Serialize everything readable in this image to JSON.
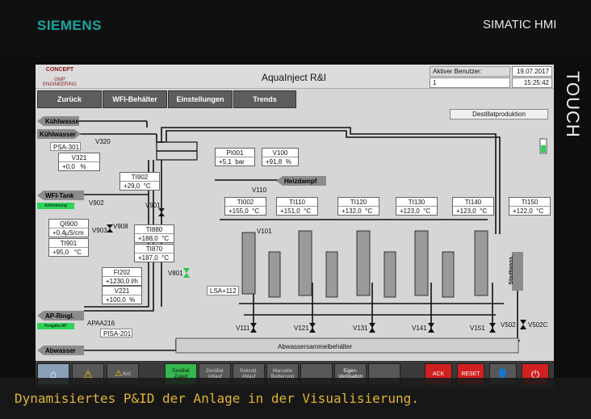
{
  "bezel": {
    "brand": "SIEMENS",
    "model": "SIMATIC HMI",
    "touch_label": "TOUCH"
  },
  "header": {
    "logo_line1": "CONCEPT",
    "logo_line2": "GMP ENGINEERING",
    "title": "AquaInject R&I",
    "user_label": "Aktiver Benutzer:",
    "user_value": "1",
    "date": "19.07.2017",
    "time": "15:25:42"
  },
  "nav": {
    "back": "Zurück",
    "wfi_tank": "WFI-Behälter",
    "settings": "Einstellungen",
    "trends": "Trends"
  },
  "mode_box": "Destillatproduktion",
  "left": {
    "kuehlwasser_out": "Kühlwasser",
    "kuehlwasser_in": "Kühlwasser",
    "psa": "PSA-301",
    "v320": "V320",
    "v321": {
      "name": "V321",
      "value": "+0,0",
      "unit": "%"
    },
    "ti902": {
      "name": "TI902",
      "value": "+29,0",
      "unit": "°C"
    },
    "wfi_tank": "WFI-Tank",
    "wfi_tank_status": "Anforderung",
    "v902": "V902",
    "v901": "V901",
    "v908": "V908",
    "v903": "V903",
    "qi900": {
      "name": "QI900",
      "value": "+0,4",
      "unit": "µS/cm"
    },
    "ti901": {
      "name": "TI901",
      "value": "+95,0",
      "unit": "°C"
    },
    "ti880": {
      "name": "TI880",
      "value": "+188,0",
      "unit": "°C"
    },
    "ti870": {
      "name": "TI870",
      "value": "+187,0",
      "unit": "°C"
    },
    "v801": "V801",
    "fi202": {
      "name": "FI202",
      "value": "+1230,0",
      "unit": "l/h"
    },
    "v221": {
      "name": "V221",
      "value": "+100,0",
      "unit": "%"
    },
    "ap_ringl": "AP-Ringl.",
    "ap_status": "Freigabe AP",
    "apaa216": "APAA216",
    "pisa201": "PISA-201",
    "abwasser": "Abwasser"
  },
  "top": {
    "pi001": {
      "name": "PI001",
      "value": "+5,1",
      "unit": "bar"
    },
    "v100": {
      "name": "V100",
      "value": "+91,8",
      "unit": "%"
    },
    "v110": "V110",
    "heizdampf": "Heizdampf"
  },
  "temps": [
    {
      "name": "TI002",
      "value": "+155,0",
      "unit": "°C"
    },
    {
      "name": "TI110",
      "value": "+151,0",
      "unit": "°C"
    },
    {
      "name": "TI120",
      "value": "+132,0",
      "unit": "°C"
    },
    {
      "name": "TI130",
      "value": "+123,0",
      "unit": "°C"
    },
    {
      "name": "TI140",
      "value": "+123,0",
      "unit": "°C"
    },
    {
      "name": "TI150",
      "value": "+122,0",
      "unit": "°C"
    }
  ],
  "process": {
    "v101": "V101",
    "lsa": "LSA+112",
    "valves": [
      "V111",
      "V121",
      "V131",
      "V141",
      "V151"
    ],
    "v502": "V502",
    "v502c": "V502C",
    "stadtwasser": "Stadtwass.",
    "abwasser_tank": "Abwassersammelbehälter"
  },
  "footer": {
    "buttons": [
      "",
      "",
      "Arc",
      "Destillat\nZulauf",
      "Destillat\nAblauf",
      "Reinstd.\nAblauf",
      "Manuelle\nBedienung",
      "",
      "Eigen-\nsterilisation",
      "",
      "ACK",
      "RESET",
      "",
      ""
    ]
  },
  "colors": {
    "valve_open": "#25c94a",
    "tag_bg": "#8c8c8c",
    "caption": "#e0b334"
  },
  "caption": "Dynamisiertes P&ID der Anlage in der Visualisierung."
}
